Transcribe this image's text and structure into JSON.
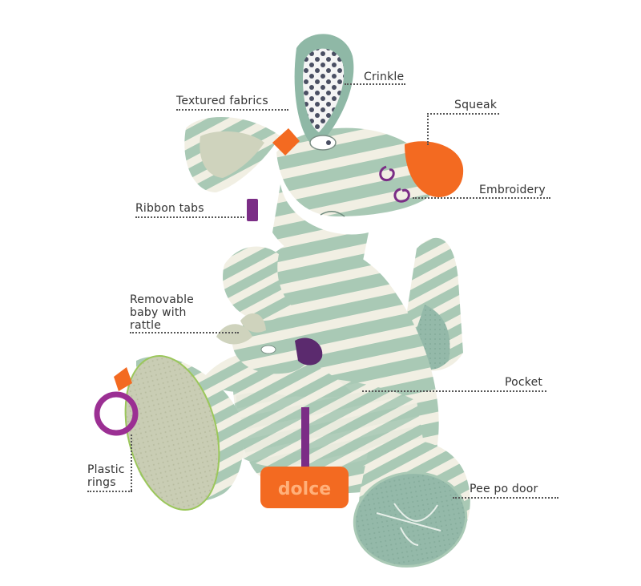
{
  "callouts": {
    "crinkle": "Crinkle",
    "textured_fabrics": "Textured fabrics",
    "squeak": "Squeak",
    "embroidery": "Embroidery",
    "ribbon_tabs": "Ribbon tabs",
    "removable_baby": [
      "Removable",
      "baby with",
      "rattle"
    ],
    "pocket": "Pocket",
    "plastic_rings": [
      "Plastic",
      "rings"
    ],
    "pee_po_door": "Pee po door"
  },
  "brand": {
    "logo_text": "dolce"
  },
  "colors": {
    "body_green": "#a9c9b5",
    "stripe_cream": "#f1efe3",
    "nose_orange": "#f36a21",
    "accent_purple": "#7b2d86",
    "ring_purple": "#9b2f93",
    "leader_gray": "#555555"
  }
}
